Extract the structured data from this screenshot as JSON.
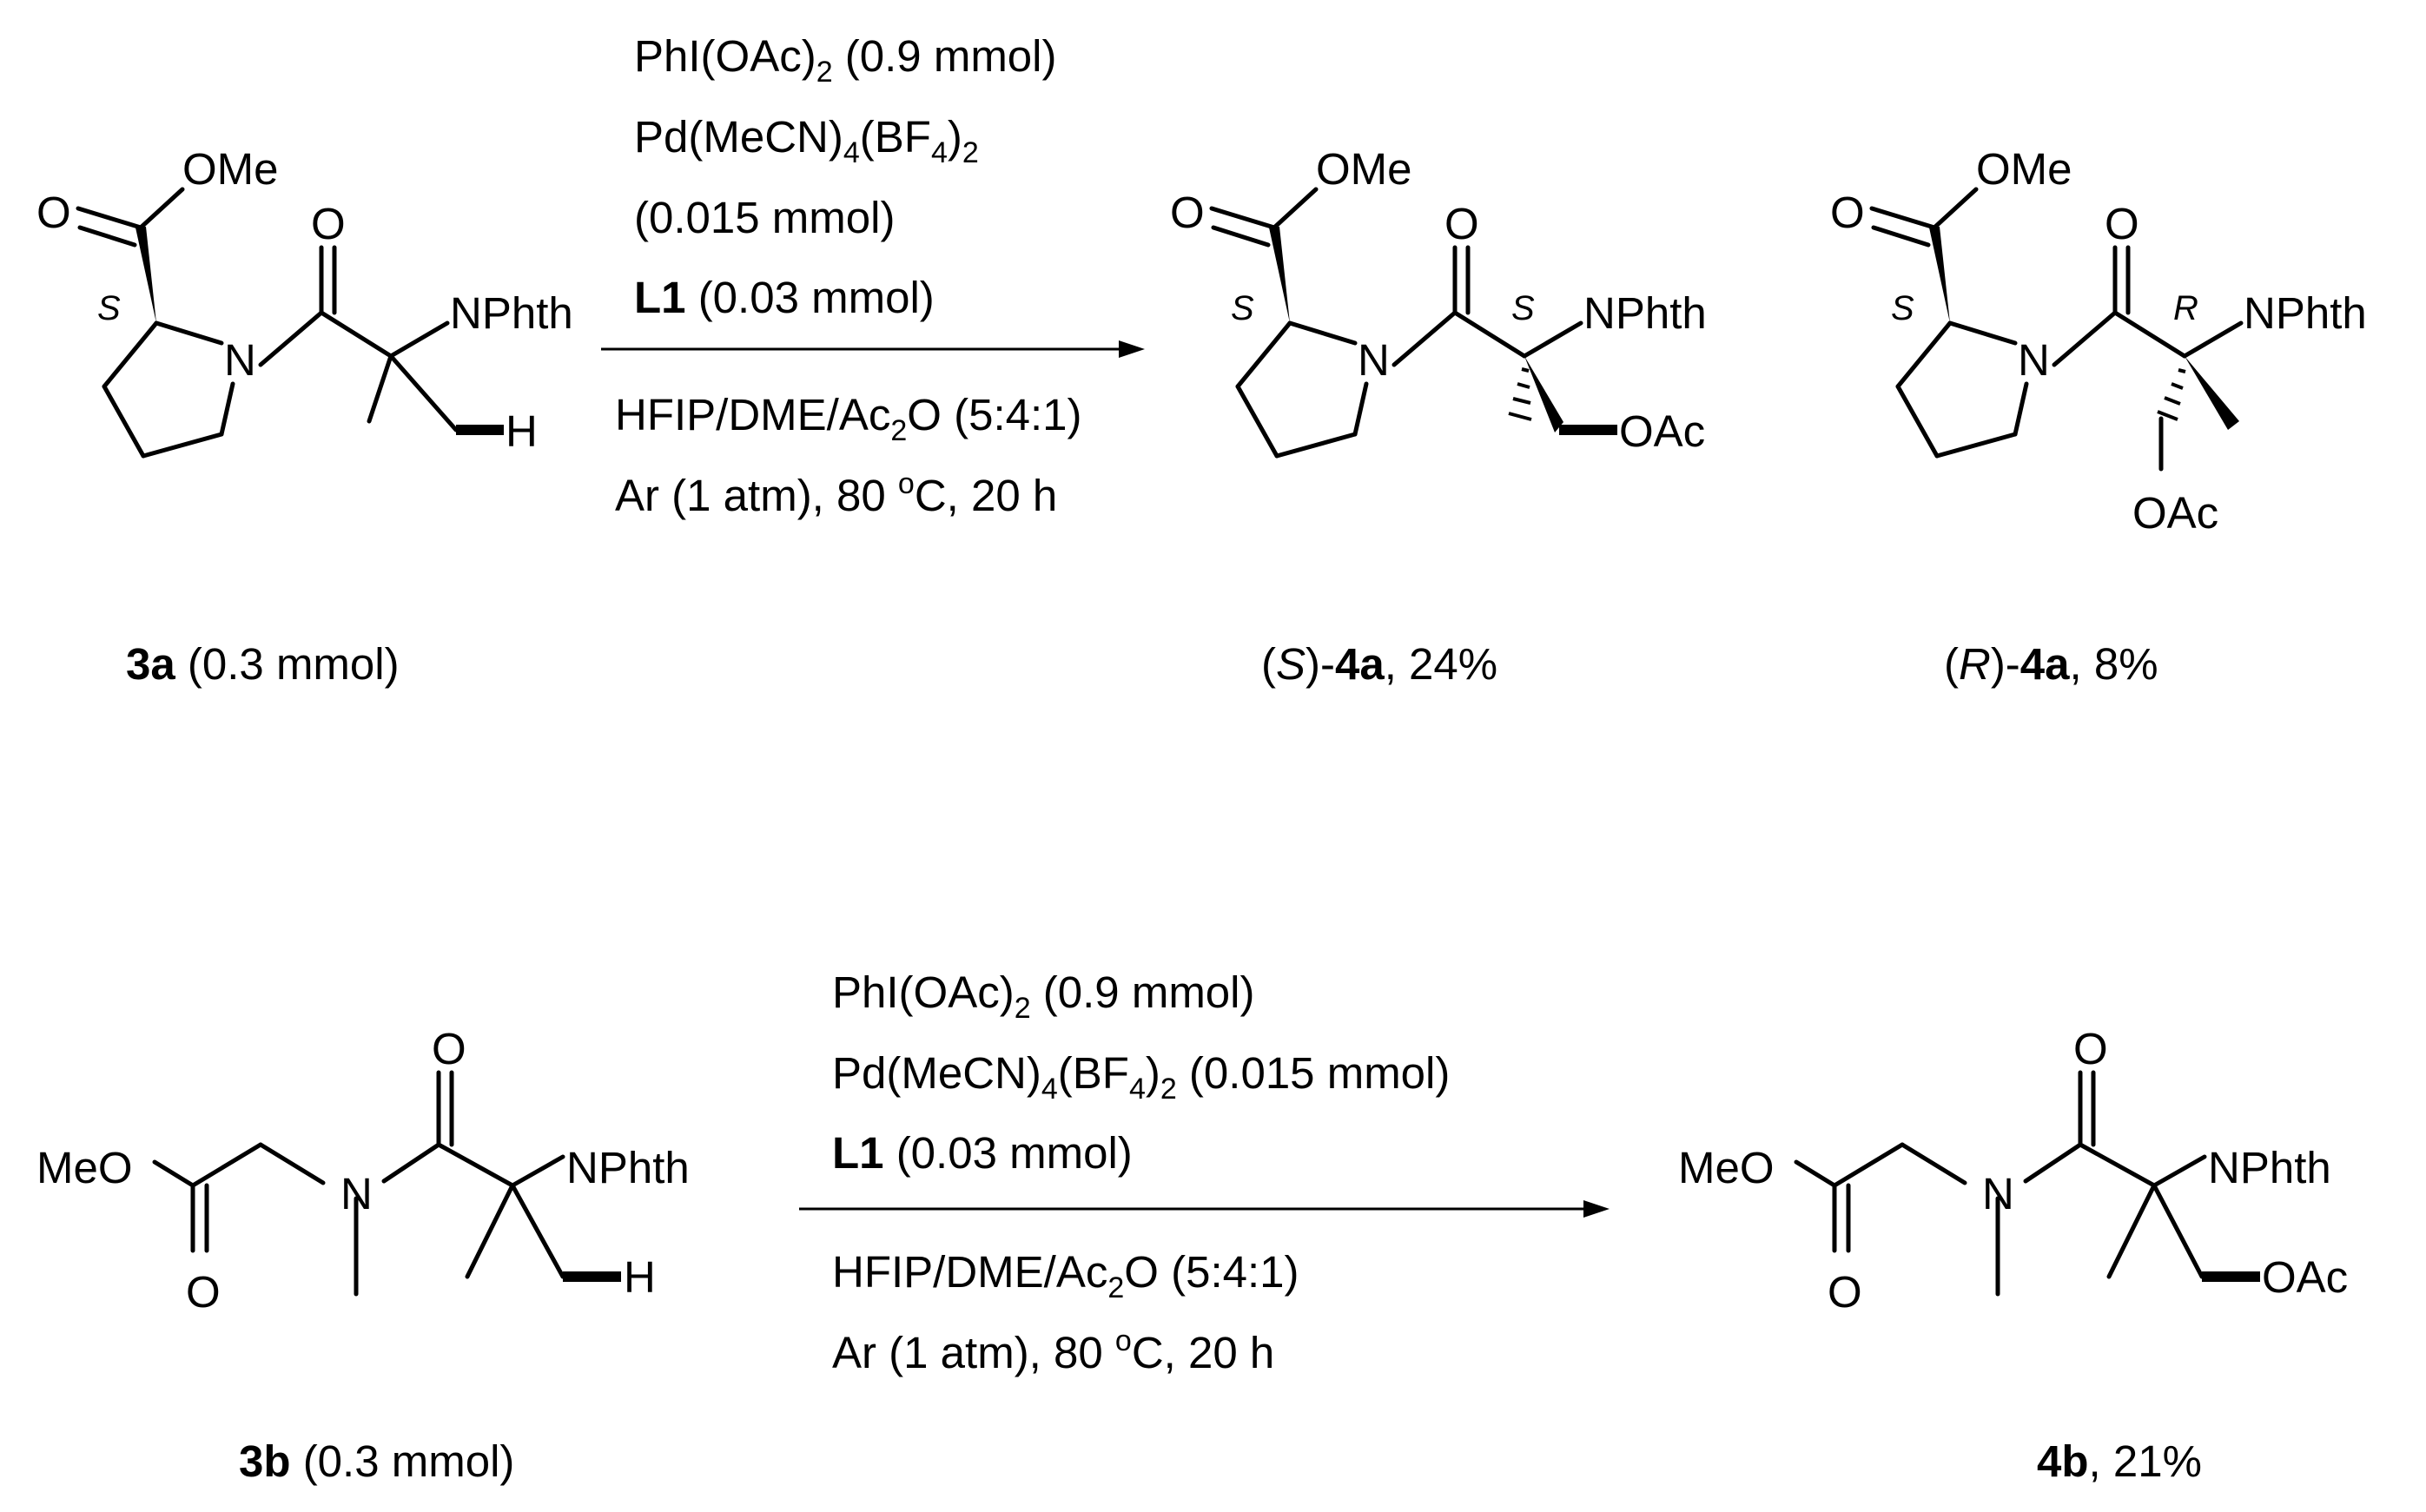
{
  "reaction_a": {
    "conditions": {
      "line1": {
        "main": "PhI(OAc)",
        "sub": "2",
        "tail": " (0.9 mmol)"
      },
      "line2": {
        "main": "Pd(MeCN)",
        "sub1": "4",
        "mid": "(BF",
        "sub2": "4",
        "close": ")",
        "sub3": "2"
      },
      "line3": "(0.015 mmol)",
      "line4": {
        "bold": "L1",
        "tail": " (0.03 mmol)"
      },
      "line5": {
        "main": "HFIP/DME/Ac",
        "sub": "2",
        "tail": "O (5:4:1)"
      },
      "line6": {
        "main": "Ar (1 atm), 80 ",
        "sup": "o",
        "tail": "C, 20 h"
      }
    },
    "substrate": {
      "atoms": {
        "ome": "OMe",
        "ester_o": "O",
        "amide_o": "O",
        "n": "N",
        "nphth": "NPhth",
        "h": "H",
        "stereo": "S"
      },
      "label": {
        "bold": "3a",
        "tail": " (0.3 mmol)"
      }
    },
    "product_s": {
      "atoms": {
        "ome": "OMe",
        "ester_o": "O",
        "amide_o": "O",
        "n": "N",
        "nphth": "NPhth",
        "oac": "OAc",
        "stereo_ring": "S",
        "stereo_quat": "S"
      },
      "label": {
        "open": "(",
        "ital": "S",
        "close": ")-",
        "bold": "4a",
        "tail": ", 24%"
      }
    },
    "product_r": {
      "atoms": {
        "ome": "OMe",
        "ester_o": "O",
        "amide_o": "O",
        "n": "N",
        "nphth": "NPhth",
        "oac": "OAc",
        "stereo_ring": "S",
        "stereo_quat": "R"
      },
      "label": {
        "open": "(",
        "ital": "R",
        "close": ")-",
        "bold": "4a",
        "tail": ", 8%"
      }
    }
  },
  "reaction_b": {
    "conditions": {
      "line1": {
        "main": "PhI(OAc)",
        "sub": "2",
        "tail": " (0.9 mmol)"
      },
      "line2": {
        "main": "Pd(MeCN)",
        "sub1": "4",
        "mid": "(BF",
        "sub2": "4",
        "close": ")",
        "sub3": "2",
        "tail": " (0.015 mmol)"
      },
      "line3": {
        "bold": "L1",
        "tail": " (0.03 mmol)"
      },
      "line4": {
        "main": "HFIP/DME/Ac",
        "sub": "2",
        "tail": "O (5:4:1)"
      },
      "line5": {
        "main": "Ar (1 atm), 80 ",
        "sup": "o",
        "tail": "C, 20 h"
      }
    },
    "substrate": {
      "atoms": {
        "meo": "MeO",
        "ester_o": "O",
        "amide_o": "O",
        "n": "N",
        "nphth": "NPhth",
        "h": "H"
      },
      "label": {
        "bold": "3b",
        "tail": " (0.3 mmol)"
      }
    },
    "product": {
      "atoms": {
        "meo": "MeO",
        "ester_o": "O",
        "amide_o": "O",
        "n": "N",
        "nphth": "NPhth",
        "oac": "OAc"
      },
      "label": {
        "bold": "4b",
        "tail": ", 21%"
      }
    }
  }
}
